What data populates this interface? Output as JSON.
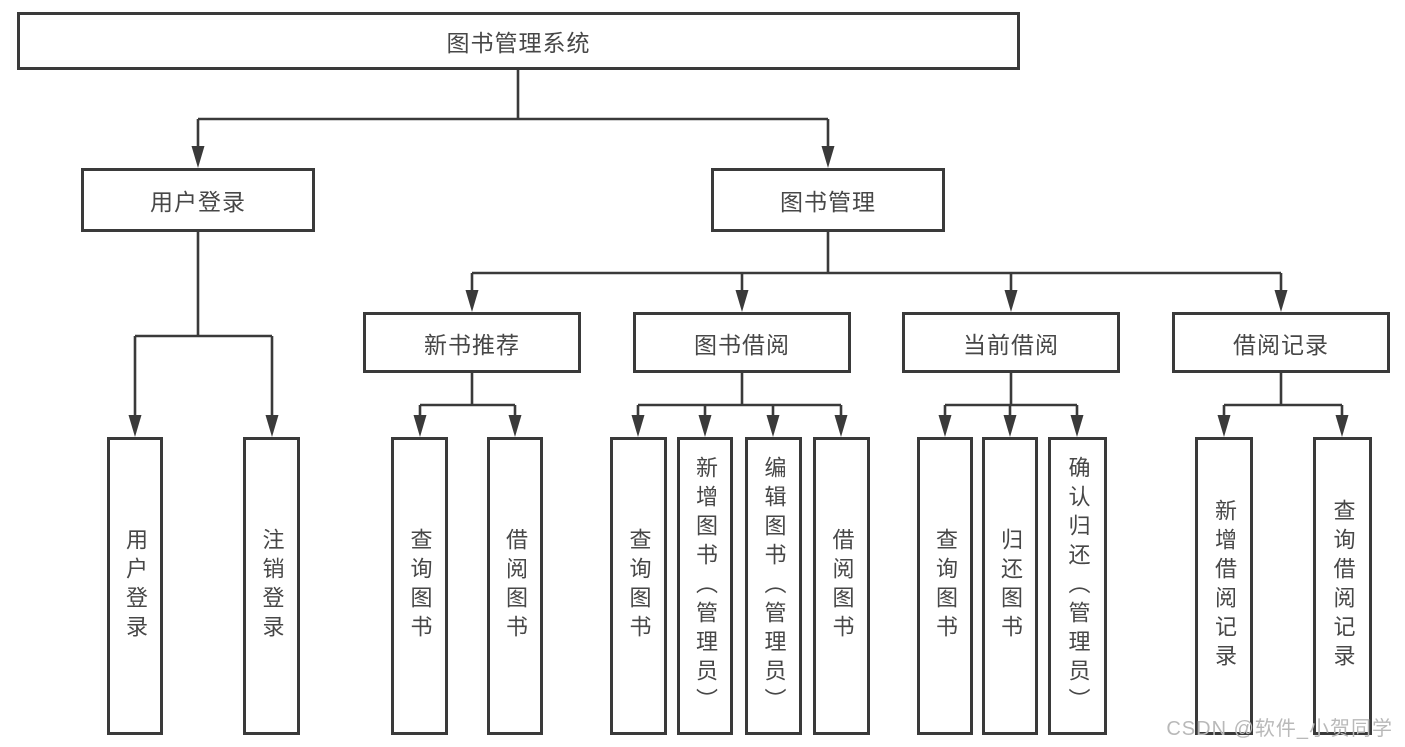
{
  "diagram": {
    "root": "图书管理系统",
    "level1": [
      {
        "label": "用户登录",
        "children": [
          "用户登录",
          "注销登录"
        ]
      },
      {
        "label": "图书管理",
        "children": [
          {
            "label": "新书推荐",
            "children": [
              "查询图书",
              "借阅图书"
            ]
          },
          {
            "label": "图书借阅",
            "children": [
              "查询图书",
              "新增图书（管理员）",
              "编辑图书（管理员）",
              "借阅图书"
            ]
          },
          {
            "label": "当前借阅",
            "children": [
              "查询图书",
              "归还图书",
              "确认归还（管理员）"
            ]
          },
          {
            "label": "借阅记录",
            "children": [
              "新增借阅记录",
              "查询借阅记录"
            ]
          }
        ]
      }
    ]
  },
  "watermark": "CSDN @软件_小贺同学",
  "colors": {
    "line": "#3a3a3a",
    "node_text": "#474747",
    "watermark": "#b9b9b9",
    "background": "#ffffff"
  }
}
